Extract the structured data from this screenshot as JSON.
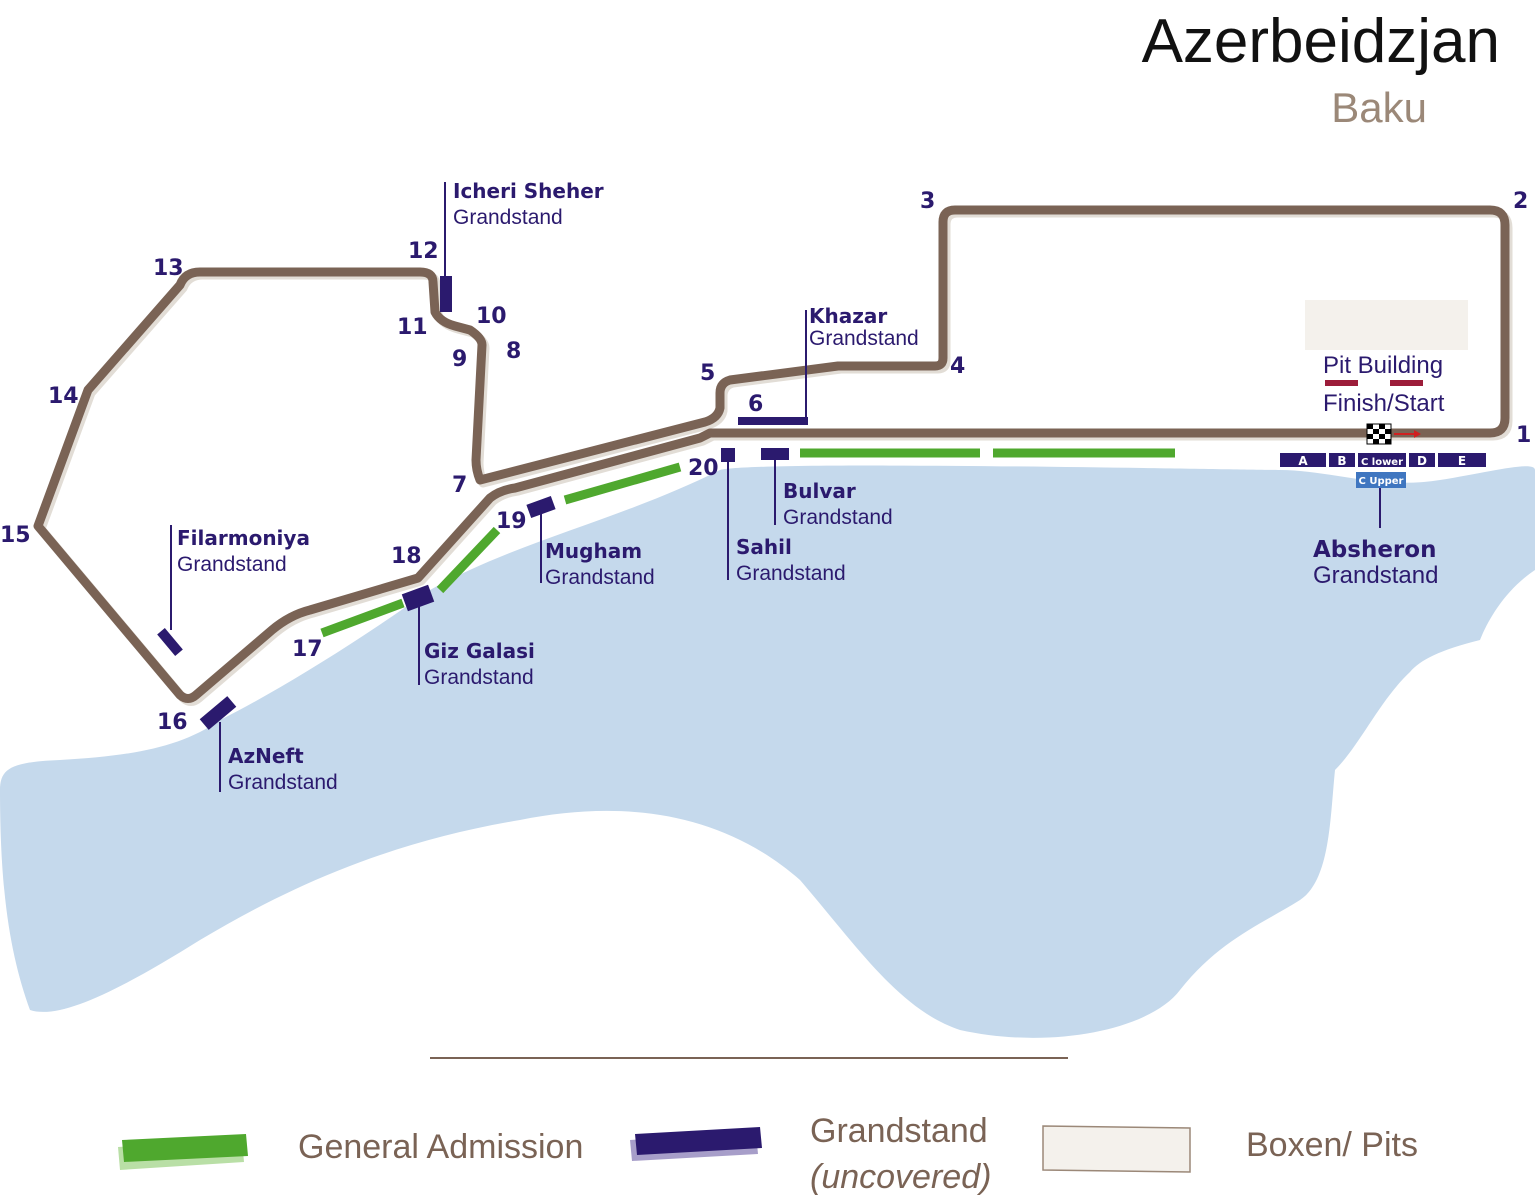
{
  "header": {
    "title": "Azerbeidzjan",
    "subtitle": "Baku"
  },
  "colors": {
    "track": "#7a6355",
    "track_shadow": "#e2ddd6",
    "water": "#c5d9ec",
    "grandstand": "#2b1a6e",
    "general_admission": "#4fa82e",
    "pits": "#f4f1ec",
    "c_upper": "#3f76c0",
    "start_marker": "#9c1d3a"
  },
  "turns": [
    "1",
    "2",
    "3",
    "4",
    "5",
    "6",
    "7",
    "8",
    "9",
    "10",
    "11",
    "12",
    "13",
    "14",
    "15",
    "16",
    "17",
    "18",
    "19",
    "20"
  ],
  "grandstands": {
    "icheri": {
      "name": "Icheri Sheher",
      "sub": "Grandstand"
    },
    "khazar": {
      "name": "Khazar",
      "sub": "Grandstand"
    },
    "filarmoniya": {
      "name": "Filarmoniya",
      "sub": "Grandstand"
    },
    "mugham": {
      "name": "Mugham",
      "sub": "Grandstand"
    },
    "sahil": {
      "name": "Sahil",
      "sub": "Grandstand"
    },
    "bulvar": {
      "name": "Bulvar",
      "sub": "Grandstand"
    },
    "giz_galasi": {
      "name": "Giz Galasi",
      "sub": "Grandstand"
    },
    "azneft": {
      "name": "AzNeft",
      "sub": "Grandstand"
    },
    "absheron": {
      "name": "Absheron",
      "sub": "Grandstand"
    }
  },
  "absheron_sections": [
    "A",
    "B",
    "C lower",
    "D",
    "E",
    "C Upper"
  ],
  "pit": {
    "building": "Pit Building",
    "finish_start": "Finish/Start"
  },
  "legend": {
    "general_admission": "General Admission",
    "grandstand": "Grandstand",
    "grandstand_note": "(uncovered)",
    "pits": "Boxen/ Pits"
  }
}
